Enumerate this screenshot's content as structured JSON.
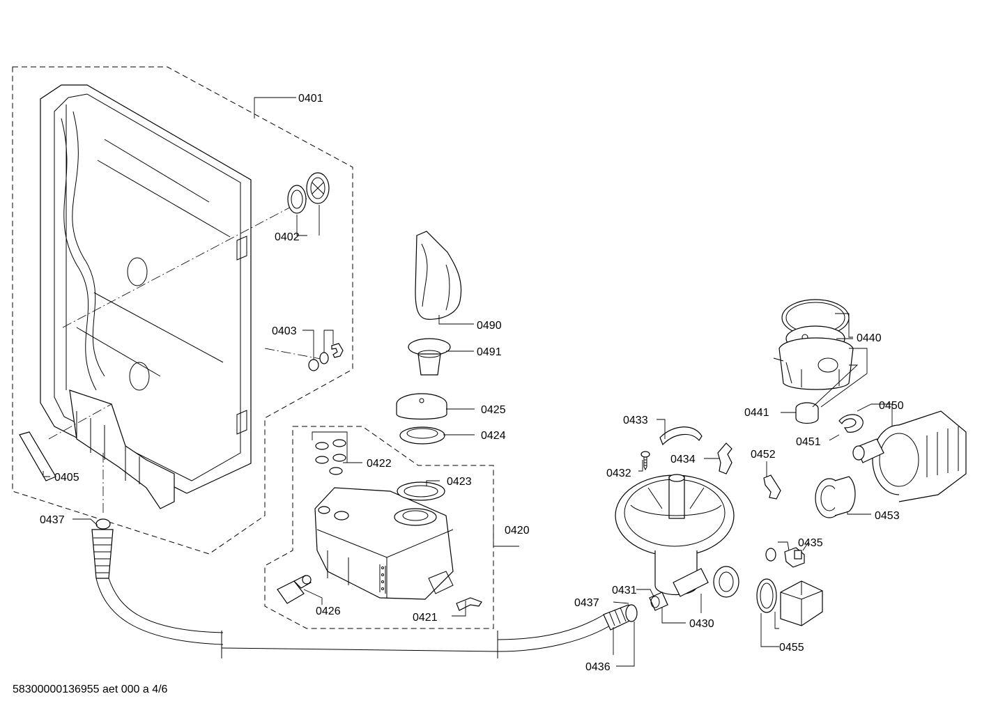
{
  "diagram": {
    "labels": {
      "p0401": "0401",
      "p0402": "0402",
      "p0403": "0403",
      "p0405": "0405",
      "p0437a": "0437",
      "p0490": "0490",
      "p0491": "0491",
      "p0425": "0425",
      "p0424": "0424",
      "p0422": "0422",
      "p0423": "0423",
      "p0420": "0420",
      "p0426": "0426",
      "p0421": "0421",
      "p0433": "0433",
      "p0432": "0432",
      "p0434": "0434",
      "p0452": "0452",
      "p0440": "0440",
      "p0441": "0441",
      "p0450": "0450",
      "p0451": "0451",
      "p0453": "0453",
      "p0435": "0435",
      "p0431": "0431",
      "p0437b": "0437",
      "p0430": "0430",
      "p0455": "0455",
      "p0436": "0436"
    }
  },
  "footer": {
    "doc_id": "58300000136955 aet 000 a 4/6"
  }
}
